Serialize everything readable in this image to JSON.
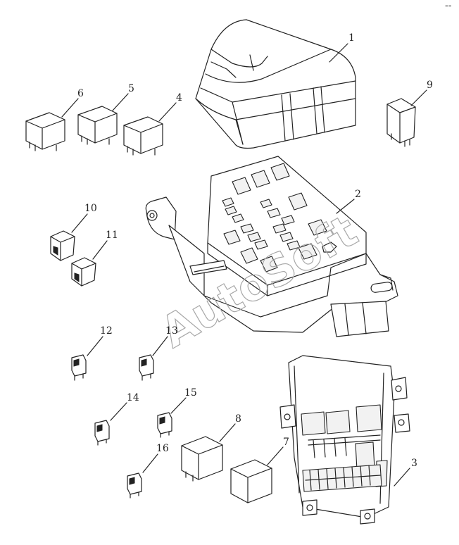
{
  "diagram": {
    "callouts": [
      {
        "id": "1",
        "label": "1"
      },
      {
        "id": "2",
        "label": "2"
      },
      {
        "id": "3",
        "label": "3"
      },
      {
        "id": "4",
        "label": "4"
      },
      {
        "id": "5",
        "label": "5"
      },
      {
        "id": "6",
        "label": "6"
      },
      {
        "id": "7",
        "label": "7"
      },
      {
        "id": "8",
        "label": "8"
      },
      {
        "id": "9",
        "label": "9"
      },
      {
        "id": "10",
        "label": "10"
      },
      {
        "id": "11",
        "label": "11"
      },
      {
        "id": "12",
        "label": "12"
      },
      {
        "id": "13",
        "label": "13"
      },
      {
        "id": "14",
        "label": "14"
      },
      {
        "id": "15",
        "label": "15"
      },
      {
        "id": "16",
        "label": "16"
      }
    ],
    "watermark": "AutoSoft",
    "corner_mark": "--"
  }
}
